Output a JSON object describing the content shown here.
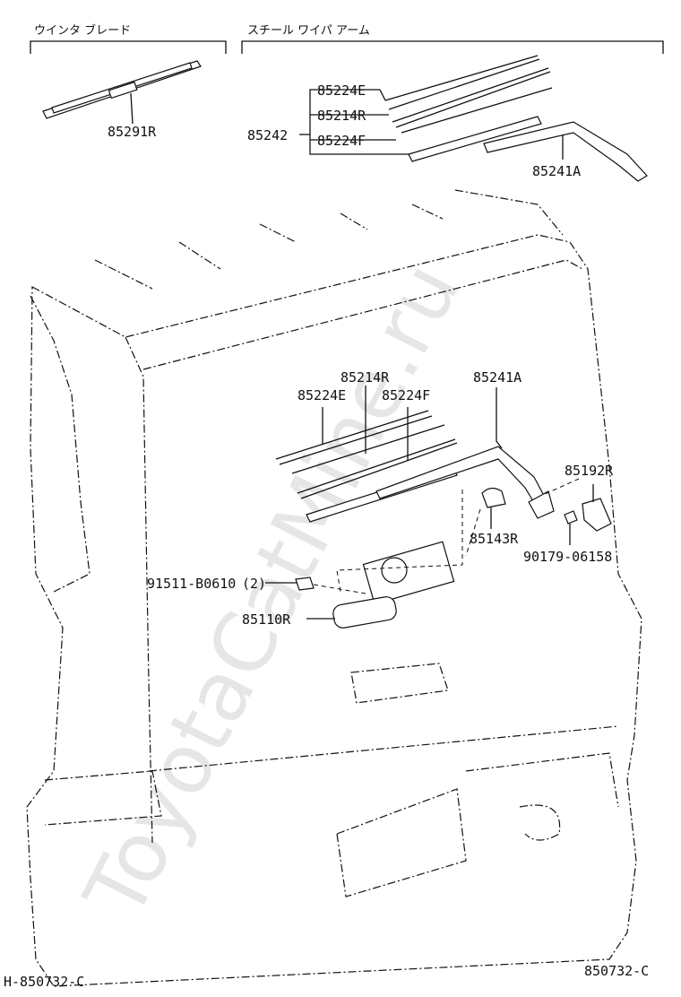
{
  "headers": {
    "winter_blade": "ウインタ ブレード",
    "steel_wiper_arm": "スチール ワイパ アーム"
  },
  "parts": {
    "p85291R": "85291R",
    "p85242": "85242",
    "top_85224E": "85224E",
    "top_85214R": "85214R",
    "top_85224F": "85224F",
    "top_85241A": "85241A",
    "main_85214R": "85214R",
    "main_85224E": "85224E",
    "main_85224F": "85224F",
    "main_85241A": "85241A",
    "p85192R": "85192R",
    "p85143R": "85143R",
    "p90179": "90179-06158",
    "p91511": "91511-B0610",
    "p91511_qty": "(2)",
    "p85110R": "85110R"
  },
  "footer": {
    "left_code": "H-850732-C",
    "right_code": "850732-C"
  },
  "watermark": "ToyotaCatMine.ru"
}
